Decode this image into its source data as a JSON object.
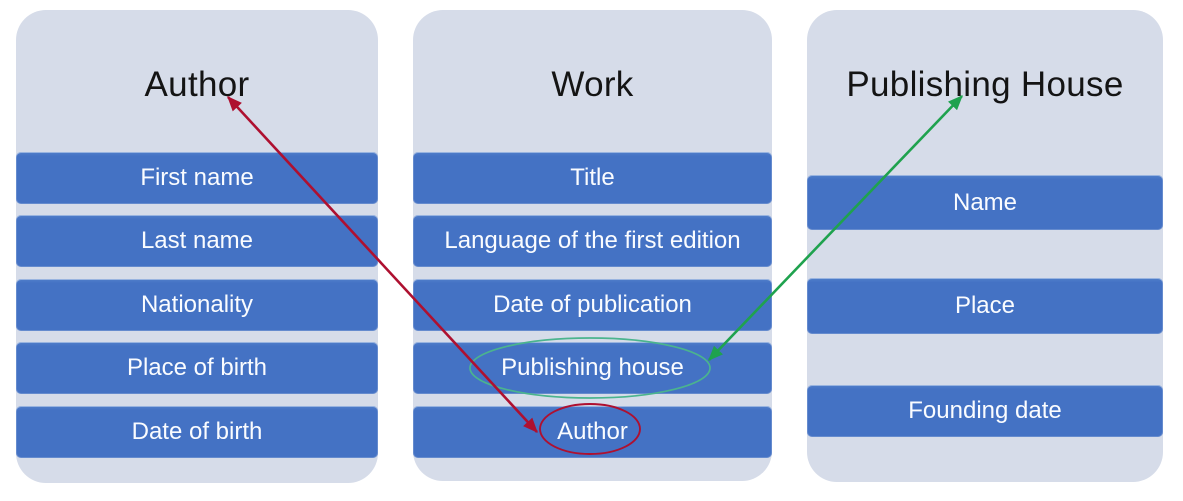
{
  "colors": {
    "background": "#FFFFFF",
    "panel_bg": "#D6DCE9",
    "field_bg": "#4472C4",
    "field_text": "#FFFFFF",
    "title_text": "#141414",
    "red_annotation": "#AE1030",
    "green_annotation": "#1FA24E",
    "teal_annotation": "#4BB48E"
  },
  "panels": [
    {
      "title": "Author",
      "fields": [
        "First name",
        "Last name",
        "Nationality",
        "Place of birth",
        "Date of birth"
      ]
    },
    {
      "title": "Work",
      "fields": [
        "Title",
        "Language of the first edition",
        "Date of publication",
        "Publishing house",
        "Author"
      ]
    },
    {
      "title": "Publishing House",
      "fields": [
        "Name",
        "Place",
        "Founding date"
      ]
    }
  ],
  "annotations": [
    {
      "id": "author-link-arrow",
      "type": "double-headed-arrow",
      "color": "#AE1030",
      "connects": [
        "Work panel / Author field",
        "Author panel title"
      ]
    },
    {
      "id": "author-field-ellipse",
      "type": "ellipse-highlight",
      "color": "#AE1030",
      "around": "Work panel / Author field"
    },
    {
      "id": "publishing-house-link-arrow",
      "type": "double-headed-arrow",
      "color": "#1FA24E",
      "connects": [
        "Work panel / Publishing house field",
        "Publishing House panel title"
      ]
    },
    {
      "id": "publishing-house-field-ellipse",
      "type": "ellipse-highlight",
      "color": "#4BB48E",
      "around": "Work panel / Publishing house field"
    }
  ]
}
